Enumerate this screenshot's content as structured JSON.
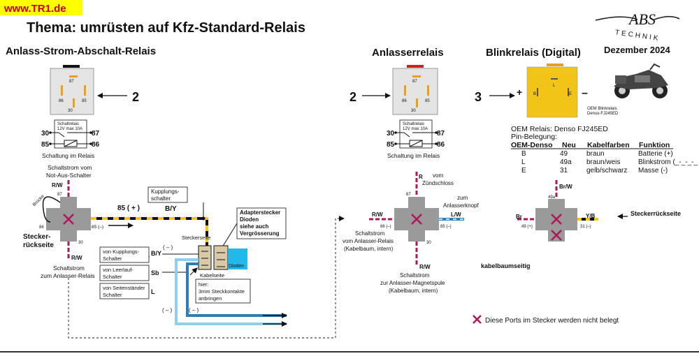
{
  "header": {
    "site": "www.TR1.de",
    "title": "Thema: umrüsten auf Kfz-Standard-Relais",
    "date": "Dezember 2024",
    "logo_top": "ABS",
    "logo_bottom": "TECHNIK"
  },
  "colors": {
    "site_bg": "#ffff00",
    "site_text": "#cc0000",
    "relay_body": "#e4e4e4",
    "blinker_body": "#f2c418",
    "pin_gold": "#e8a020",
    "connector_grey": "#9a9a9a",
    "wire_red": "#b0165a",
    "wire_black": "#111111",
    "wire_yellow": "#f2c418",
    "wire_lightblue": "#8ed0ea",
    "wire_blue": "#2d7fb3",
    "diode_blue": "#22b8e8",
    "cross": "#b0165a"
  },
  "left": {
    "heading": "Anlass-Strom-Abschalt-Relais",
    "relay_number": "2",
    "relay_pins": [
      "87",
      "86",
      "85",
      "30"
    ],
    "schema_title": "Schaltrelais",
    "schema_rating": "12V max 10A",
    "schema_terms": [
      "30",
      "85",
      "87",
      "86"
    ],
    "schema_caption": "Schaltung im Relais",
    "top_note_1": "Schaltstrom vom",
    "top_note_2": "Not-Aus-Schalter",
    "rw_top": "R/W",
    "bruecke": "Brücke",
    "pin_87": "87",
    "pin_86": "86",
    "pin_85": "85 (–)",
    "pin_30": "30",
    "stecker_1": "Stecker-",
    "stecker_2": "rückseite",
    "rw_bottom": "R/W",
    "bottom_note_1": "Schaltstrom",
    "bottom_note_2": "zum Anlasser-Relais",
    "wire_85_label": "85 ( + )",
    "by_label": "B/Y",
    "kupplung_1": "Kupplungs-",
    "kupplung_2": "schalter",
    "adapter_1": "Adapterstecker",
    "adapter_2": "Dioden",
    "adapter_3": "siehe auch",
    "adapter_4": "Vergrösserung",
    "steckerseite": "Steckerseite",
    "kabelseite": "Kabelseite",
    "dioden": "Dioden",
    "minus_1": "( – )",
    "by_side": "B/Y",
    "sb_side": "Sb",
    "l_side": "L",
    "src_1a": "von Kupplungs-",
    "src_1b": "Schalter",
    "src_2a": "von Leerlauf-",
    "src_2b": "Schalter",
    "src_3a": "von Seitenständer",
    "src_3b": "Schalter",
    "hier_1": "hier:",
    "hier_2": "3mm Steckkontakte",
    "hier_3": "anbringen",
    "minus_2": "( – )",
    "minus_3": "( – )"
  },
  "middle": {
    "heading": "Anlasserrelais",
    "relay_number": "2",
    "relay_pins": [
      "87",
      "86",
      "85",
      "30"
    ],
    "schema_title": "Schaltrelais",
    "schema_rating": "12V max 10A",
    "schema_terms": [
      "30",
      "85",
      "87",
      "86"
    ],
    "schema_caption": "Schaltung im Relais",
    "r_label": "R",
    "vom": "vom",
    "zuendschloss": "Zündschloss",
    "zum_1": "zum",
    "zum_2": "Anlasserknopf",
    "lw": "L/W",
    "rw_left": "R/W",
    "pin_87": "87",
    "pin_86": "86 (–)",
    "pin_85": "85 (–)",
    "pin_30": "30",
    "left_note_1": "Schaltstrom",
    "left_note_2": "vom Anlasser-Relais",
    "left_note_3": "(Kabelbaum, intern)",
    "rw_bottom": "R/W",
    "bottom_note_1": "Schaltstrom",
    "bottom_note_2": "zur Anlasser-Magnetspule",
    "bottom_note_3": "(Kabelbaum, intern)",
    "kabelbaumseitig": "kabelbaumseitig"
  },
  "right": {
    "heading": "Blinkrelais (Digital)",
    "number": "3",
    "plus": "+",
    "minus": "–",
    "pin_b": "B",
    "pin_l": "L",
    "pin_e": "E",
    "oem_caption_1": "OEM Blinkrelais",
    "oem_caption_2": "Denso-FJ245ED",
    "oem_line": "OEM Relais:  Denso FJ245ED",
    "pin_belegung": "Pin-Belegung:",
    "table_headers": [
      "OEM-Denso",
      "Neu",
      "Kabelfarben",
      "Funktion"
    ],
    "table_rows": [
      [
        "B",
        "49",
        "braun",
        "Batterie (+)"
      ],
      [
        "L",
        "49a",
        "braun/weis",
        "Blinkstrom (_-_-_-_"
      ],
      [
        "E",
        "31",
        "gelb/schwarz",
        "Masse  (-)"
      ]
    ],
    "brw": "Br/W",
    "pin_49a": "49a",
    "br": "Br",
    "pin_49": "49 (+)",
    "yb": "Y/B",
    "pin_31": "31 (–)",
    "steckerrueckseite": "Steckerrückseite",
    "legend": "Diese Ports im Stecker werden nicht belegt"
  }
}
